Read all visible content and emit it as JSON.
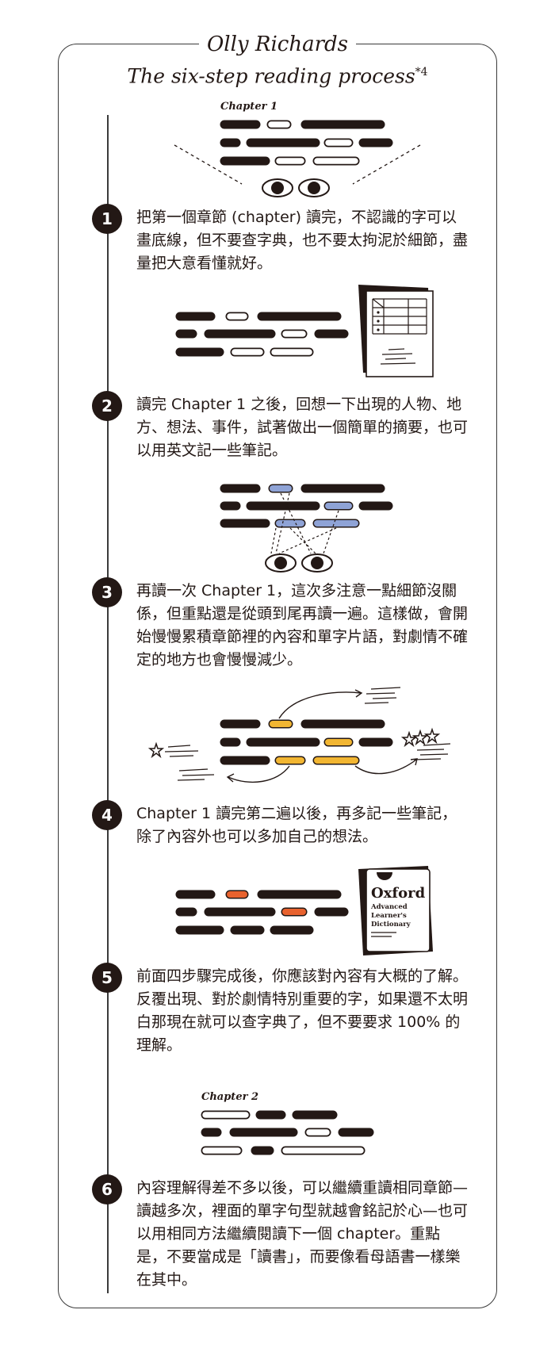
{
  "header": {
    "author": "Olly Richards",
    "subtitle": "The six-step reading process",
    "footnote_mark": "*4"
  },
  "illustrations": {
    "chapter1_label": "Chapter 1",
    "chapter2_label": "Chapter 2",
    "dictionary": {
      "brand": "Oxford",
      "line1": "Advanced",
      "line2": "Learner's",
      "line3": "Dictionary"
    }
  },
  "colors": {
    "ink": "#231815",
    "blue_highlight": "#8fa3d6",
    "yellow_highlight": "#f2b632",
    "orange_highlight": "#e8622e"
  },
  "steps": [
    {
      "number": "1",
      "text": "把第一個章節 (chapter) 讀完，不認識的字可以畫底線，但不要查字典，也不要太拘泥於細節，盡量把大意看懂就好。"
    },
    {
      "number": "2",
      "text": "讀完 Chapter 1 之後，回想一下出現的人物、地方、想法、事件，試著做出一個簡單的摘要，也可以用英文記一些筆記。"
    },
    {
      "number": "3",
      "text": "再讀一次 Chapter 1，這次多注意一點細節沒關係，但重點還是從頭到尾再讀一遍。這樣做，會開始慢慢累積章節裡的內容和單字片語，對劇情不確定的地方也會慢慢減少。"
    },
    {
      "number": "4",
      "text": "Chapter 1 讀完第二遍以後，再多記一些筆記，除了內容外也可以多加自己的想法。"
    },
    {
      "number": "5",
      "text": "前面四步驟完成後，你應該對內容有大概的了解。反覆出現、對於劇情特別重要的字，如果還不太明白那現在就可以查字典了，但不要要求 100% 的理解。"
    },
    {
      "number": "6",
      "text": "內容理解得差不多以後，可以繼續重讀相同章節—讀越多次，裡面的單字句型就越會銘記於心—也可以用相同方法繼續閱讀下一個 chapter。重點是，不要當成是「讀書」，而要像看母語書一樣樂在其中。"
    }
  ]
}
